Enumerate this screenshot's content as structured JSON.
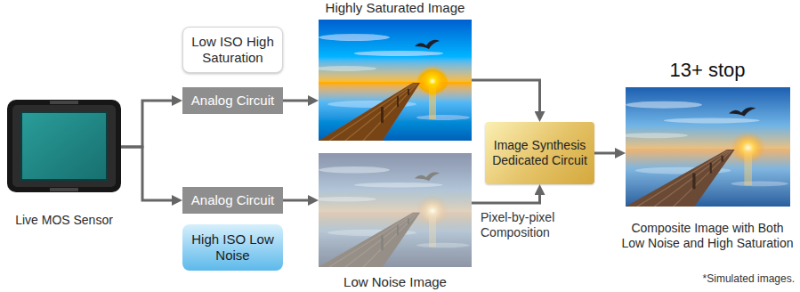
{
  "diagram": {
    "nodes": [
      {
        "text": [
          "Live MOS Sensor"
        ]
      },
      {
        "text": [
          "Low ISO High Saturation"
        ]
      },
      {
        "text": [
          "Analog Circuit"
        ]
      },
      {
        "text": [
          "Highly Saturated Image"
        ]
      },
      {
        "text": [
          "Analog Circuit"
        ]
      },
      {
        "text": [
          "High ISO Low Noise"
        ]
      },
      {
        "text": [
          "Low Noise Image"
        ]
      },
      {
        "text": [
          "Image Synthesis Dedicated Circuit"
        ]
      },
      {
        "text": [
          "13+ stop",
          "Composite Image with Both Low Noise and High Saturation"
        ]
      }
    ],
    "edges": [
      {
        "from": 0,
        "to": 2,
        "arrow": "to"
      },
      {
        "from": 0,
        "to": 4,
        "arrow": "to"
      },
      {
        "from": 2,
        "to": 3,
        "arrow": "to"
      },
      {
        "from": 4,
        "to": 6,
        "arrow": "to"
      },
      {
        "from": 3,
        "to": 7,
        "arrow": "to"
      },
      {
        "from": 6,
        "to": 7,
        "label": "Pixel-by-pixel Composition",
        "arrow": "to"
      },
      {
        "from": 7,
        "to": 8,
        "arrow": "to"
      }
    ],
    "labels": [
      "*Simulated images."
    ]
  }
}
